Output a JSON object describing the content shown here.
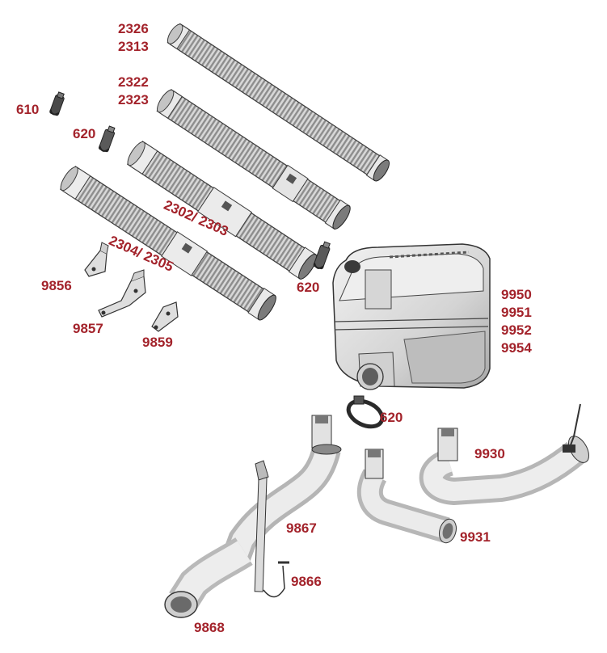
{
  "colors": {
    "label": "#a3232b",
    "part_fill": "#e6e6e6",
    "part_shade": "#b9b9b9",
    "outline": "#3a3a3a",
    "background": "#ffffff"
  },
  "parts": [
    {
      "id": "pipe-2326",
      "lines": [
        "2326",
        "2313"
      ]
    },
    {
      "id": "pipe-2322",
      "lines": [
        "2322",
        "2323"
      ]
    },
    {
      "id": "clamp-610",
      "lines": [
        "610"
      ]
    },
    {
      "id": "clamp-620-a",
      "lines": [
        "620"
      ]
    },
    {
      "id": "pipe-2302",
      "lines": [
        "2302/ 2303"
      ]
    },
    {
      "id": "pipe-2304",
      "lines": [
        "2304/ 2305"
      ]
    },
    {
      "id": "bracket-9856",
      "lines": [
        "9856"
      ]
    },
    {
      "id": "bracket-9857",
      "lines": [
        "9857"
      ]
    },
    {
      "id": "bracket-9859",
      "lines": [
        "9859"
      ]
    },
    {
      "id": "clamp-620-b",
      "lines": [
        "620"
      ]
    },
    {
      "id": "muffler",
      "lines": [
        "9950",
        "9951",
        "9952",
        "9954"
      ]
    },
    {
      "id": "clamp-620-c",
      "lines": [
        "620"
      ]
    },
    {
      "id": "tailpipe-9930",
      "lines": [
        "9930"
      ]
    },
    {
      "id": "tailpipe-9931",
      "lines": [
        "9931"
      ]
    },
    {
      "id": "pipe-9867",
      "lines": [
        "9867"
      ]
    },
    {
      "id": "strap-9866",
      "lines": [
        "9866"
      ]
    },
    {
      "id": "pipe-9868",
      "lines": [
        "9868"
      ]
    }
  ]
}
